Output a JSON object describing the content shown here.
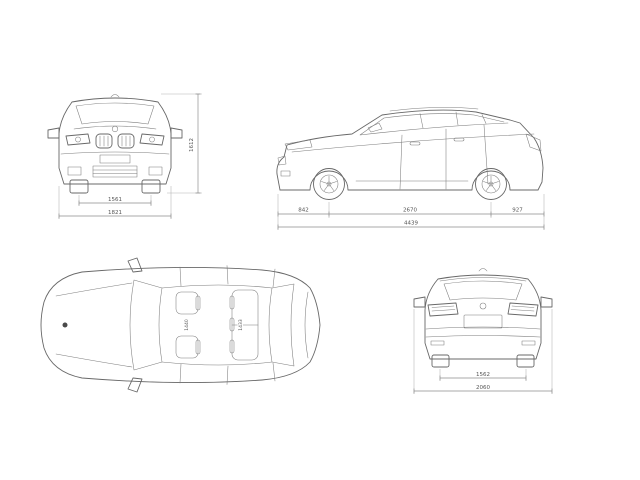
{
  "diagram": {
    "subject": "compact-suv-dimension-blueprint",
    "unit_style": "millimeters-implied",
    "colors": {
      "background": "#ffffff",
      "line": "#686868",
      "dimension": "#8f8f8f",
      "text": "#555555"
    }
  },
  "views": {
    "front": {
      "label": "front-view",
      "dims": {
        "height": "1612",
        "track": "1561",
        "width": "1821"
      }
    },
    "side": {
      "label": "side-view",
      "dims": {
        "front_overhang": "842",
        "wheelbase": "2670",
        "rear_overhang": "927",
        "length": "4439"
      }
    },
    "top": {
      "label": "top-view",
      "dims": {
        "front_width": "1440",
        "rear_width": "1433"
      }
    },
    "rear": {
      "label": "rear-view",
      "dims": {
        "track": "1562",
        "width_mirrors": "2060"
      }
    }
  }
}
